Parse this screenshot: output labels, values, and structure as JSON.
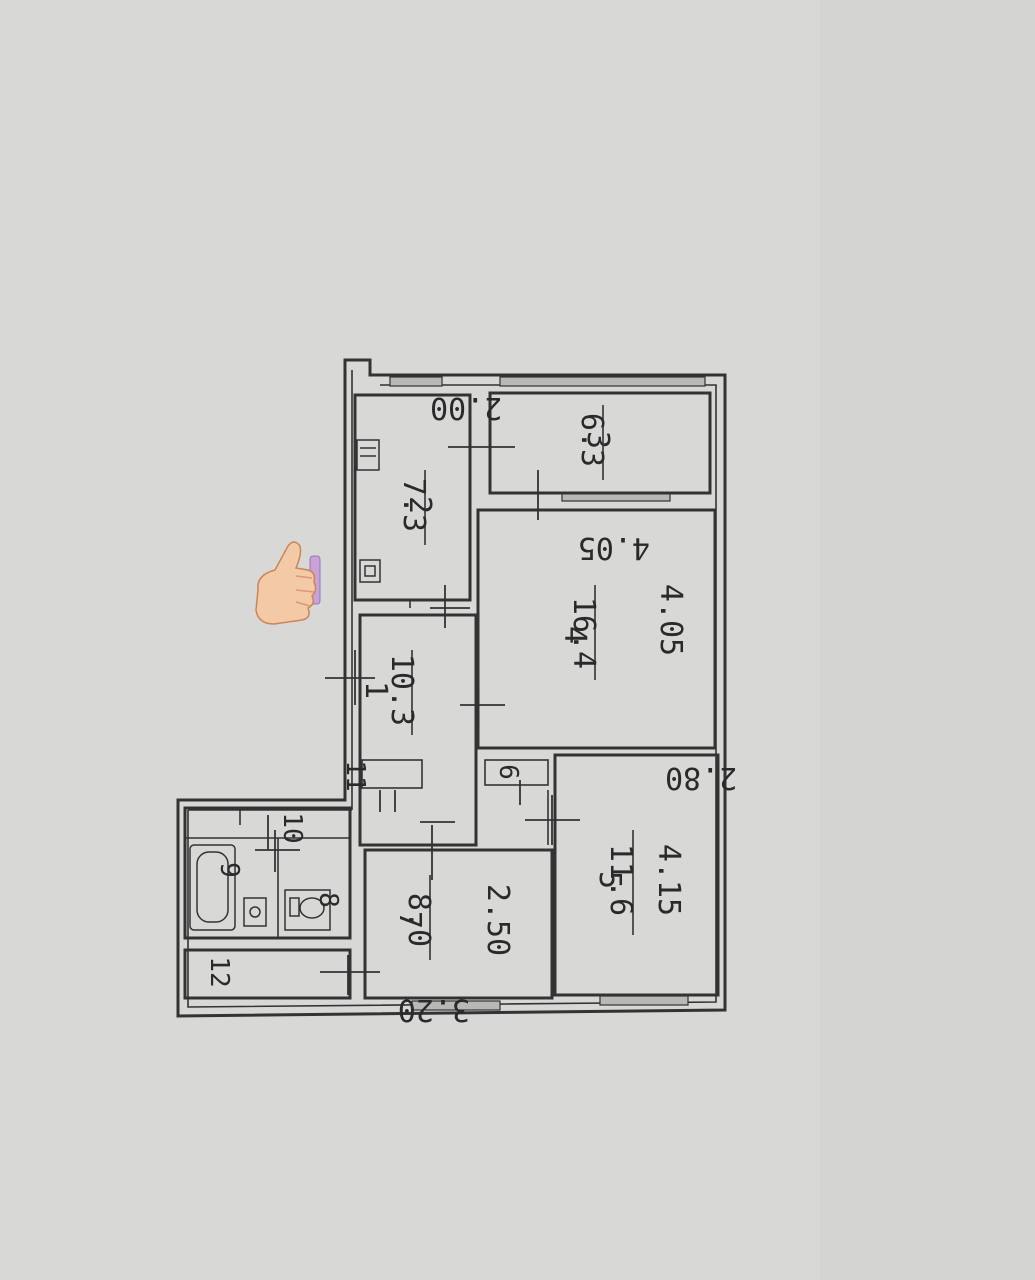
{
  "colors": {
    "background": "#d8d8d6",
    "lines": "#333333",
    "sticker_skin": "#f4c9a6",
    "sticker_outline": "#c9865a",
    "sticker_cuff": "#c8a2d8"
  },
  "sticker": {
    "icon": "thumbs-up-emoji"
  },
  "rooms": [
    {
      "id": "1",
      "number": "1",
      "area": "10.3"
    },
    {
      "id": "2",
      "number": "2",
      "area": "7.3",
      "dim1": "2.00"
    },
    {
      "id": "3",
      "number": "3",
      "area": "6.3"
    },
    {
      "id": "4",
      "number": "4",
      "area": "16.4",
      "dim1": "4.05",
      "dim2": "4.05"
    },
    {
      "id": "5",
      "number": "5",
      "area": "11.6",
      "dim1": "2.80",
      "dim2": "4.15"
    },
    {
      "id": "7",
      "number": "7",
      "area": "8.0",
      "dim1": "2.50",
      "dim2": "3.20"
    },
    {
      "id": "6",
      "number": "6"
    },
    {
      "id": "8",
      "number": "8"
    },
    {
      "id": "9",
      "number": "9"
    },
    {
      "id": "10",
      "number": "10"
    },
    {
      "id": "11",
      "number": "11"
    },
    {
      "id": "12",
      "number": "12"
    }
  ]
}
